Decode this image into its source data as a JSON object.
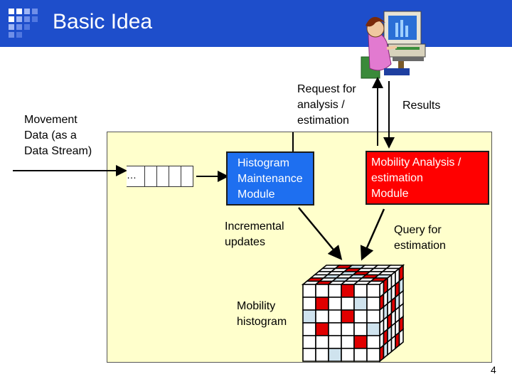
{
  "slide": {
    "title": "Basic Idea",
    "page_number": "4"
  },
  "labels": {
    "movement_line1": "Movement",
    "movement_line2": "Data (as a",
    "movement_line3": "Data Stream)",
    "request_line1": "Request for",
    "request_line2": "analysis /",
    "request_line3": "estimation",
    "results": "Results",
    "incremental_line1": "Incremental",
    "incremental_line2": "updates",
    "query_line1": "Query for",
    "query_line2": "estimation",
    "histogram_line1": "Mobility",
    "histogram_line2": "histogram",
    "queue_ellipsis": "…"
  },
  "modules": {
    "histogram": {
      "line1": "Histogram",
      "line2": "Maintenance",
      "line3": "Module",
      "color": "#1e6ff0"
    },
    "mobility": {
      "line1": "Mobility Analysis /",
      "line2": "estimation",
      "line3": "Module",
      "color": "#ff0000"
    }
  },
  "colors": {
    "header": "#1e4ecb",
    "panel": "#ffffcc",
    "cube_red": "#e00000",
    "cube_light": "#cfe3ee"
  },
  "icons": [
    "logo-grid-icon",
    "user-at-computer-icon"
  ]
}
